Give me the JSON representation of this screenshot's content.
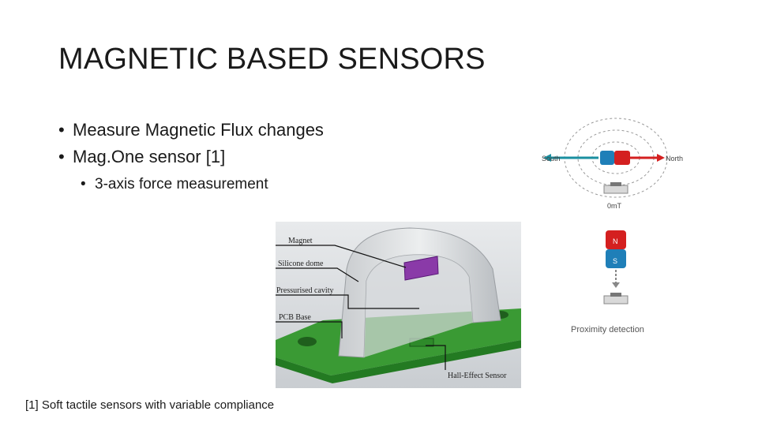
{
  "slide": {
    "title": "MAGNETIC BASED SENSORS",
    "bullets": [
      "Measure Magnetic Flux changes",
      "Mag.One sensor [1]"
    ],
    "sub_bullets": [
      "3-axis force measurement"
    ],
    "footnote": "[1] Soft tactile sensors with variable compliance"
  },
  "sensor_diagram": {
    "labels": {
      "magnet": "Magnet",
      "silicone_dome": "Silicone dome",
      "pressurised_cavity": "Pressurised cavity",
      "pcb_base": "PCB Base",
      "hall_effect_sensor": "Hall-Effect Sensor"
    }
  },
  "magnet_diagram": {
    "south_label": "South",
    "north_label": "North",
    "field_reading": "0mT",
    "pole_n": "N",
    "pole_s": "S",
    "caption": "Proximity detection",
    "colors": {
      "south_arrow": "#1a8fa0",
      "north_arrow": "#d42020",
      "magnet_red": "#d42020",
      "magnet_blue": "#1f7fb8"
    }
  }
}
